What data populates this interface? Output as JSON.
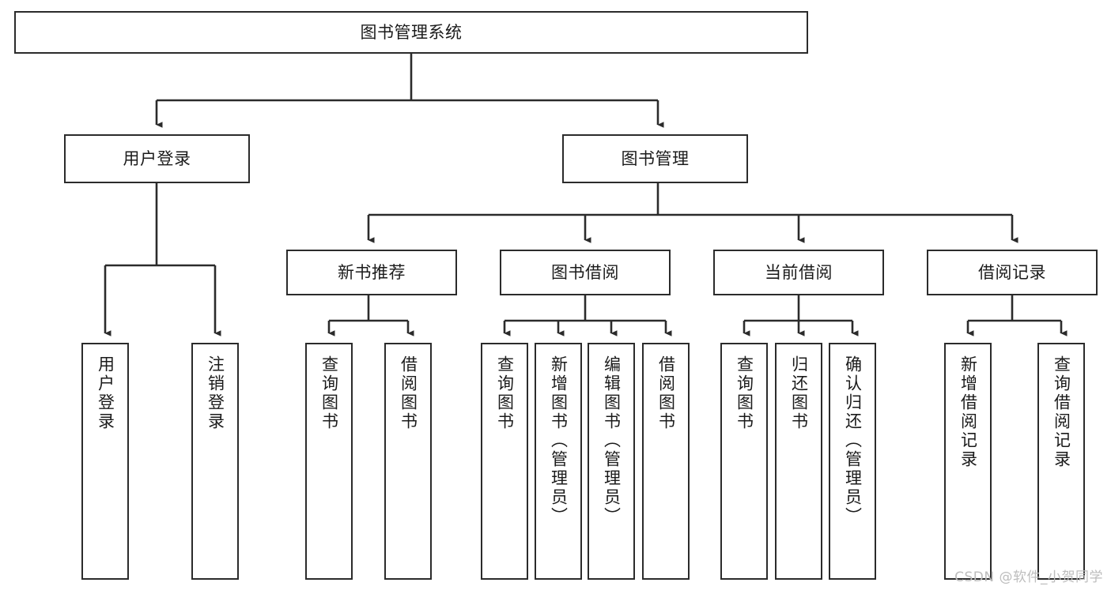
{
  "diagram": {
    "title": "图书管理系统",
    "type": "hierarchy-tree",
    "orientation": "top-down",
    "stroke_color": "#2b2b2b",
    "background_color": "#ffffff",
    "text_color": "#1b1b1b",
    "levels": [
      {
        "level": 1,
        "nodes": [
          {
            "id": "root",
            "label": "图书管理系统",
            "text_direction": "horizontal"
          }
        ]
      },
      {
        "level": 2,
        "nodes": [
          {
            "id": "user-login",
            "label": "用户登录",
            "text_direction": "horizontal"
          },
          {
            "id": "book-management",
            "label": "图书管理",
            "text_direction": "horizontal"
          }
        ]
      },
      {
        "level": 3,
        "nodes": [
          {
            "id": "new-book-recommend",
            "label": "新书推荐",
            "text_direction": "horizontal"
          },
          {
            "id": "book-borrow",
            "label": "图书借阅",
            "text_direction": "horizontal"
          },
          {
            "id": "current-borrow",
            "label": "当前借阅",
            "text_direction": "horizontal"
          },
          {
            "id": "borrow-record",
            "label": "借阅记录",
            "text_direction": "horizontal"
          }
        ]
      },
      {
        "level": 4,
        "nodes": [
          {
            "id": "leaf-user-login",
            "label": "用户登录",
            "text_direction": "vertical",
            "parent": "user-login"
          },
          {
            "id": "leaf-logout-login",
            "label": "注销登录",
            "text_direction": "vertical",
            "parent": "user-login"
          },
          {
            "id": "leaf-query-book-1",
            "label": "查询图书",
            "text_direction": "vertical",
            "parent": "new-book-recommend"
          },
          {
            "id": "leaf-borrow-book-1",
            "label": "借阅图书",
            "text_direction": "vertical",
            "parent": "new-book-recommend"
          },
          {
            "id": "leaf-query-book-2",
            "label": "查询图书",
            "text_direction": "vertical",
            "parent": "book-borrow"
          },
          {
            "id": "leaf-add-book",
            "label": "新增图书（管理员）",
            "text_direction": "vertical",
            "parent": "book-borrow"
          },
          {
            "id": "leaf-edit-book",
            "label": "编辑图书（管理员）",
            "text_direction": "vertical",
            "parent": "book-borrow"
          },
          {
            "id": "leaf-borrow-book-2",
            "label": "借阅图书",
            "text_direction": "vertical",
            "parent": "book-borrow"
          },
          {
            "id": "leaf-query-book-3",
            "label": "查询图书",
            "text_direction": "vertical",
            "parent": "current-borrow"
          },
          {
            "id": "leaf-return-book",
            "label": "归还图书",
            "text_direction": "vertical",
            "parent": "current-borrow"
          },
          {
            "id": "leaf-confirm-return",
            "label": "确认归还（管理员）",
            "text_direction": "vertical",
            "parent": "current-borrow"
          },
          {
            "id": "leaf-add-record",
            "label": "新增借阅记录",
            "text_direction": "vertical",
            "parent": "borrow-record"
          },
          {
            "id": "leaf-query-record",
            "label": "查询借阅记录",
            "text_direction": "vertical",
            "parent": "borrow-record"
          }
        ]
      }
    ]
  },
  "watermark": {
    "text": "CSDN @软件_小贺同学"
  }
}
